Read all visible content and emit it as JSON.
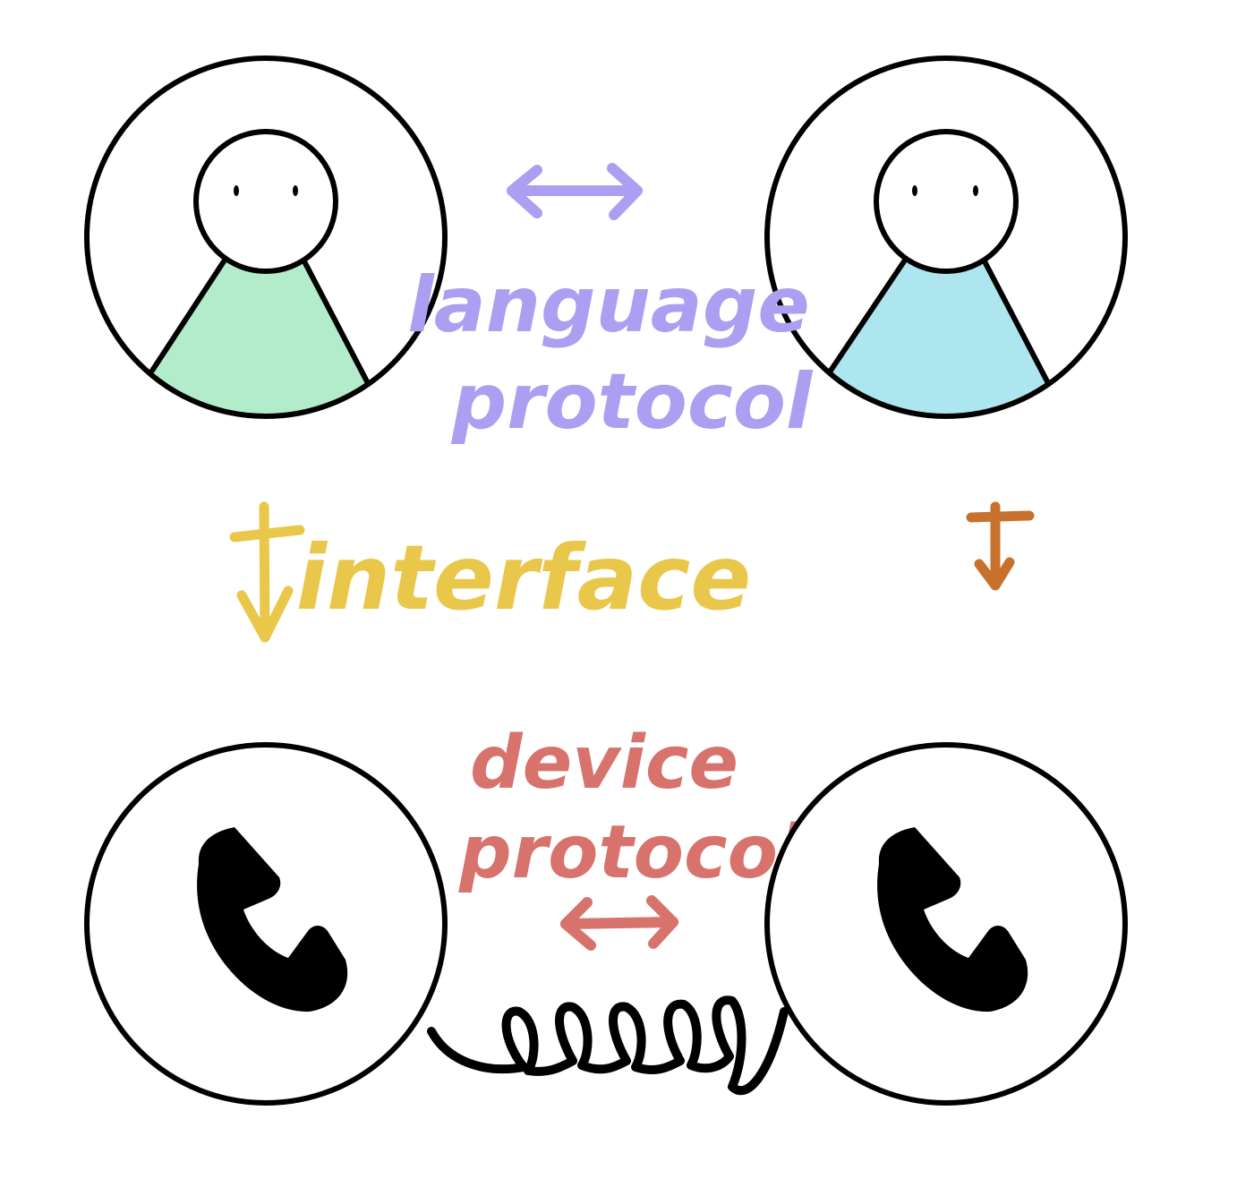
{
  "labels": {
    "language_protocol": [
      "language",
      "protocol"
    ],
    "interface": "interface",
    "device_protocol": [
      "device",
      "protocol"
    ]
  },
  "colors": {
    "outline": "#000000",
    "person_left_body": "#b3eccb",
    "person_right_body": "#ade6ee",
    "language_protocol": "#ac9ff2",
    "interface": "#e9c74a",
    "interface_right_arrow": "#c8712d",
    "device_protocol": "#d8726c",
    "phone": "#000000"
  },
  "icons": {
    "person_left": "person-icon",
    "person_right": "person-icon",
    "phone_left": "phone-handset-icon",
    "phone_right": "phone-handset-icon",
    "cord": "coiled-cord"
  }
}
